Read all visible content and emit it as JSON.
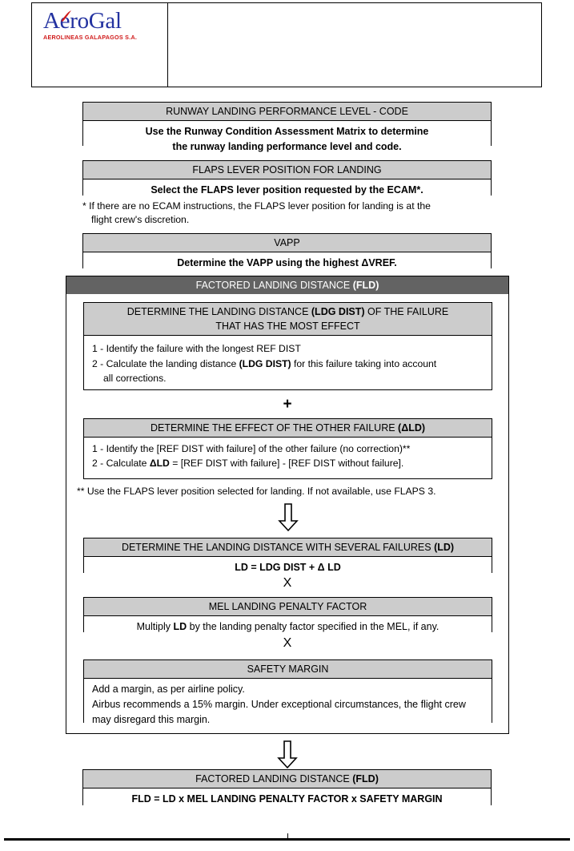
{
  "header": {
    "logo_main": "AeroGal",
    "logo_sub": "AEROLINEAS GALAPAGOS S.A.",
    "logo_color": "#2332a0",
    "logo_accent_color": "#d01a1a"
  },
  "colors": {
    "head_gray": "#cccccc",
    "banner_dark_gray": "#636363",
    "border": "#000000"
  },
  "sections": {
    "runway": {
      "head": "RUNWAY LANDING PERFORMANCE LEVEL - CODE",
      "body_line1": "Use the Runway Condition Assessment Matrix to determine",
      "body_line2": "the runway landing performance level and code."
    },
    "flaps": {
      "head": "FLAPS LEVER POSITION FOR LANDING",
      "body": "Select the FLAPS lever position requested by the ECAM*."
    },
    "flaps_note": {
      "line1": "* If there are no ECAM instructions, the FLAPS lever position for landing is at the",
      "line2": "flight crew's discretion."
    },
    "vapp": {
      "head": "VAPP",
      "body": "Determine the VAPP using the highest ΔVREF."
    },
    "fld_banner": {
      "text_prefix": "FACTORED LANDING DISTANCE ",
      "text_bold": "(FLD)"
    },
    "ldg_dist": {
      "head_line1_a": "DETERMINE THE LANDING DISTANCE ",
      "head_line1_b": "(LDG DIST)",
      "head_line1_c": " OF THE FAILURE",
      "head_line2": "THAT HAS THE MOST EFFECT",
      "item1": "1 - Identify the failure with the longest REF DIST",
      "item2_a": "2 - Calculate the landing distance ",
      "item2_b": "(LDG DIST)",
      "item2_c": " for this failure taking into account",
      "item2_cont": "all corrections."
    },
    "plus_separator": "+",
    "delta_ld": {
      "head_a": "DETERMINE THE EFFECT OF THE OTHER FAILURE ",
      "head_b": "(ΔLD)",
      "item1": "1 - Identify the [REF DIST with failure] of the other failure (no correction)**",
      "item2_a": "2 - Calculate ",
      "item2_b": "ΔLD",
      "item2_c": " = [REF DIST with failure] - [REF DIST without failure]."
    },
    "flaps_note2": "** Use the FLAPS lever position selected for landing. If not available, use FLAPS 3.",
    "ld": {
      "head_a": "DETERMINE THE LANDING DISTANCE WITH SEVERAL FAILURES ",
      "head_b": "(LD)",
      "body": "LD = LDG DIST + Δ LD"
    },
    "x_separator_1": "X",
    "mel": {
      "head": "MEL LANDING PENALTY FACTOR",
      "body_a": "Multiply ",
      "body_b": "LD",
      "body_c": " by the landing penalty factor specified in the MEL, if any."
    },
    "x_separator_2": "X",
    "safety_margin": {
      "head": "SAFETY MARGIN",
      "line1": "Add a margin, as per airline policy.",
      "line2": "Airbus recommends a 15% margin. Under exceptional circumstances, the flight crew",
      "line3": "may disregard this margin."
    },
    "final_fld": {
      "head_a": "FACTORED LANDING DISTANCE ",
      "head_b": "(FLD)",
      "body": "FLD = LD x MEL  LANDING PENALTY FACTOR x SAFETY MARGIN"
    }
  }
}
